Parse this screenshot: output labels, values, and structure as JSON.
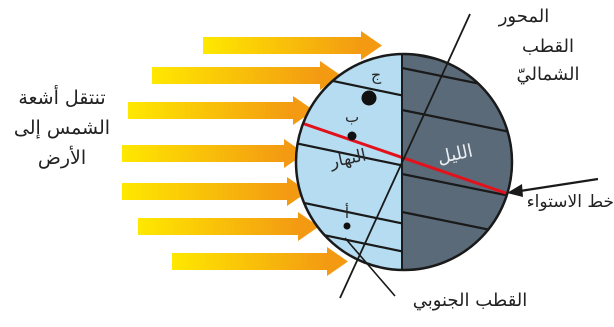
{
  "labels": {
    "sun_rays": [
      "تنتقل أشعة",
      "الشمس إلى",
      "الأرض"
    ],
    "axis": "المحور",
    "north_pole": [
      "القطب",
      "الشماليّ"
    ],
    "south_pole": "القطب الجنوبي",
    "equator": "خط الاستواء",
    "day": "النهار",
    "night": "الليل",
    "point_a": "أ",
    "point_b": "ب",
    "point_c": "ج"
  },
  "colors": {
    "day_side": "#b5dcf1",
    "night_side": "#5a6a78",
    "equator_line": "#e2111b",
    "ray_start": "#ffe800",
    "ray_end": "#f39a12",
    "outline": "#1a1a1a"
  }
}
